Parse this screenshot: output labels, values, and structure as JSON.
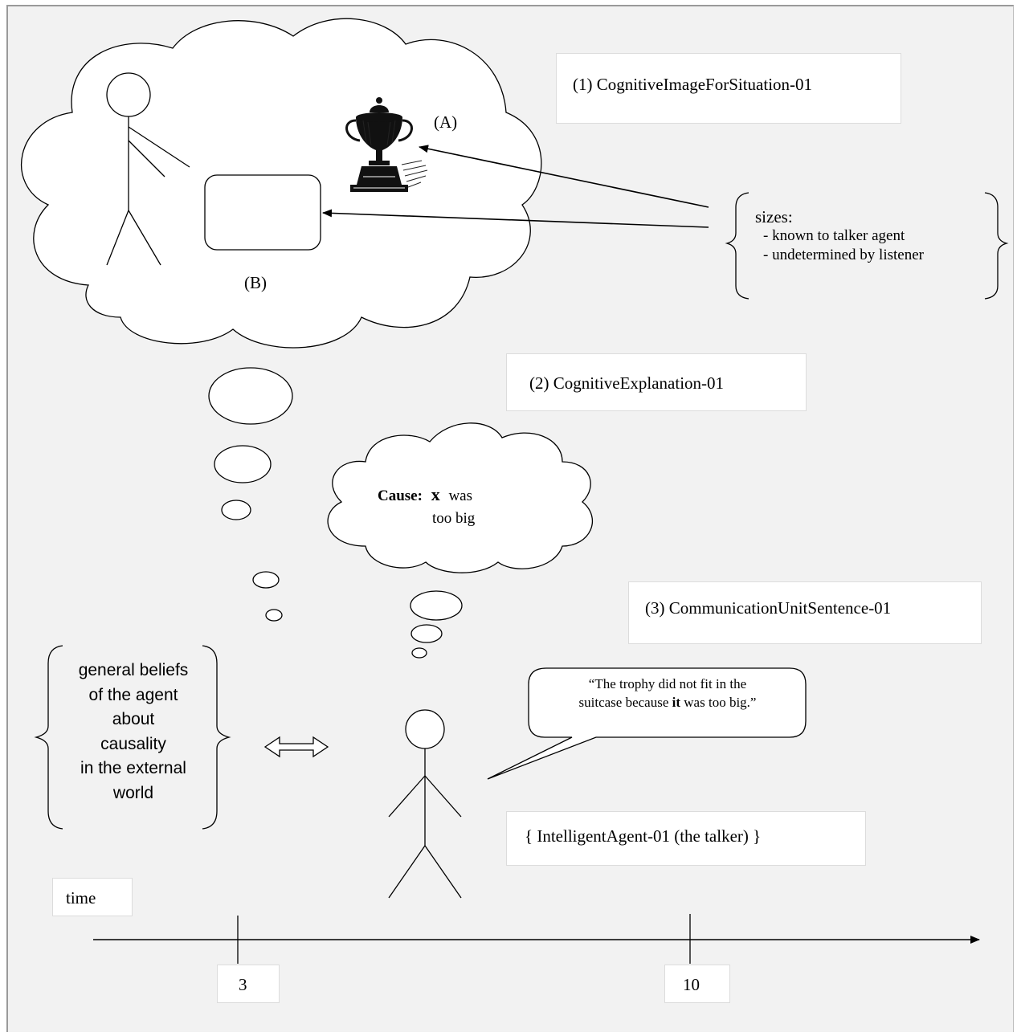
{
  "labels": {
    "situation_box": "(1) CognitiveImageForSituation-01",
    "explanation_box": "(2) CognitiveExplanation-01",
    "sentence_box": "(3) CommunicationUnitSentence-01",
    "agent_box": "{ IntelligentAgent-01 (the talker) }",
    "object_a": "(A)",
    "object_b": "(B)"
  },
  "sizes_note": {
    "heading": "sizes:",
    "items": [
      "- known to talker agent",
      "- undetermined by listener"
    ]
  },
  "cause_cloud": {
    "cause_label": "Cause:",
    "variable": "x",
    "line1_rest": "was",
    "line2": "too big"
  },
  "speech": {
    "line1": "“The trophy did not fit in the",
    "line2_pre": "suitcase because ",
    "line2_bold": "it",
    "line2_post": " was too big.”"
  },
  "beliefs": [
    "general beliefs",
    "of the agent",
    "about",
    "causality",
    "in the external",
    "world"
  ],
  "timeline": {
    "label": "time",
    "ticks": [
      "3",
      "10"
    ]
  },
  "icons": {
    "trophy": "trophy-icon",
    "double_arrow": "double-arrow-icon"
  }
}
